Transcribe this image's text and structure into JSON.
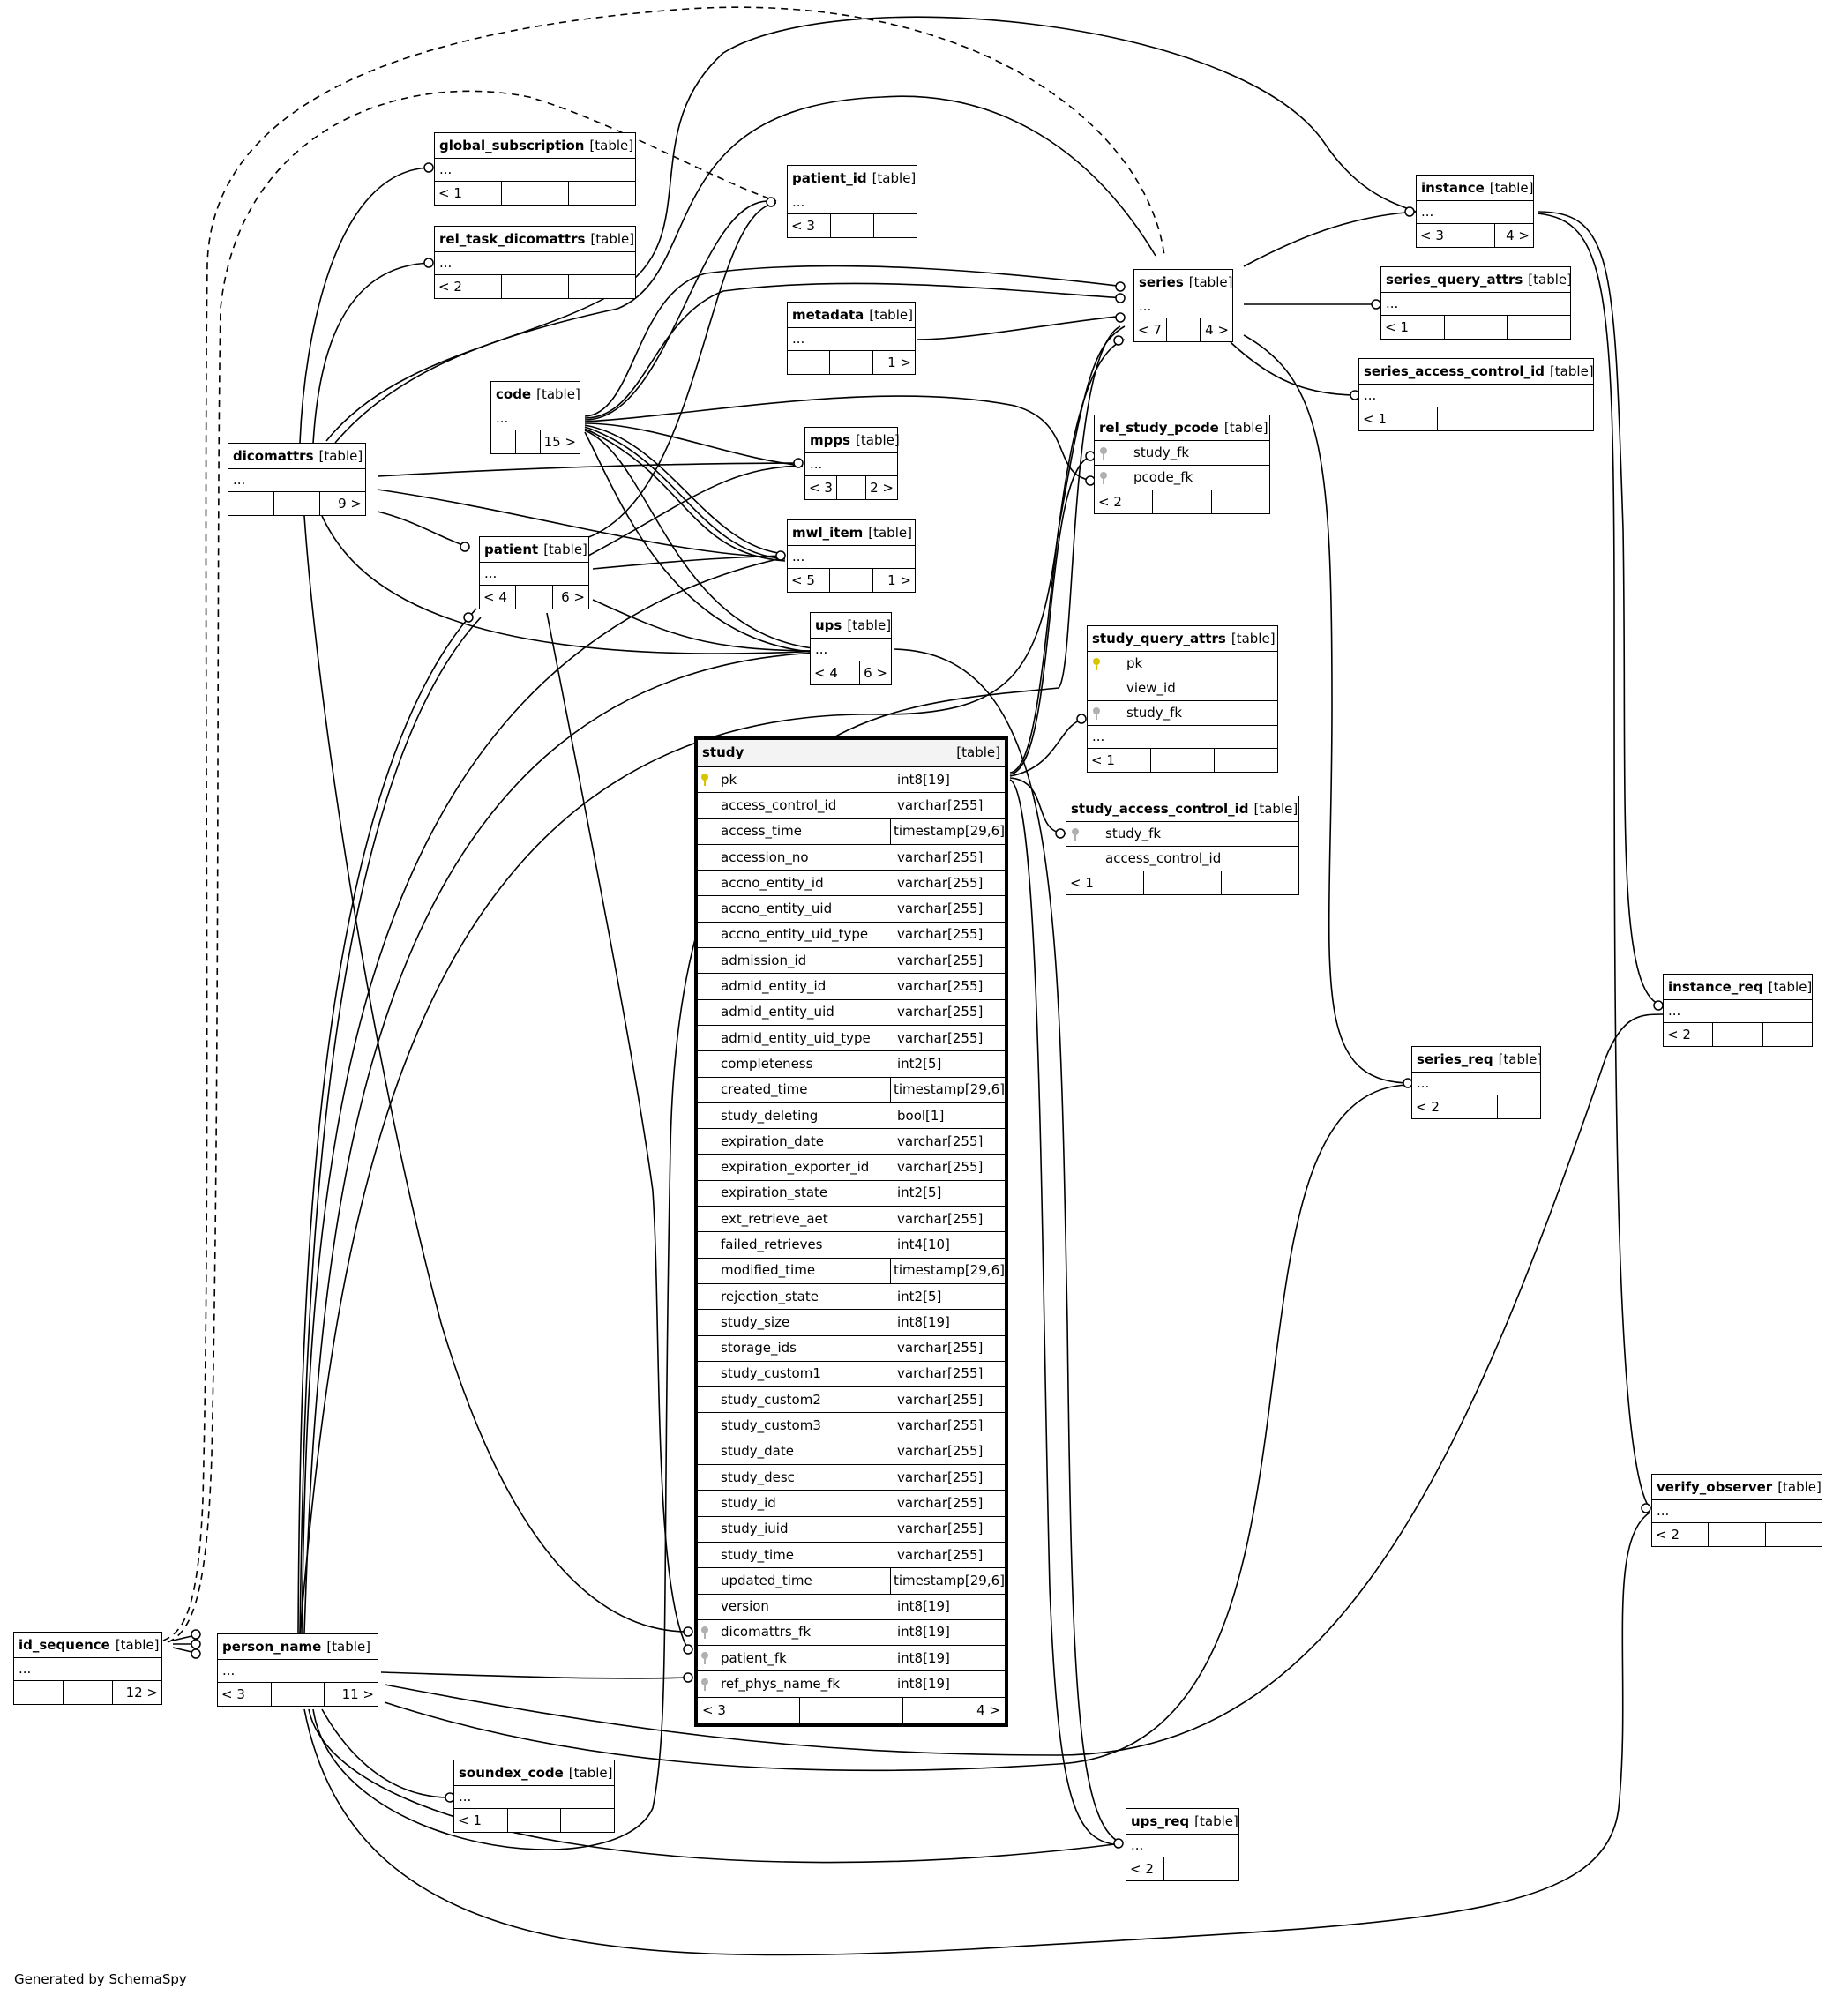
{
  "footer": "Generated by SchemaSpy",
  "colors": {
    "line": "#000000",
    "main_header": "#f3f3f3",
    "pk_key": "#d8c400",
    "fk_key": "#b0b0b0"
  },
  "tables": {
    "global_subscription": {
      "name": "global_subscription",
      "tag": "[table]",
      "ellipsis": "...",
      "left": "< 1",
      "right": ""
    },
    "rel_task_dicomattrs": {
      "name": "rel_task_dicomattrs",
      "tag": "[table]",
      "ellipsis": "...",
      "left": "< 2",
      "right": ""
    },
    "patient_id": {
      "name": "patient_id",
      "tag": "[table]",
      "ellipsis": "...",
      "left": "< 3",
      "right": ""
    },
    "metadata": {
      "name": "metadata",
      "tag": "[table]",
      "ellipsis": "...",
      "left": "",
      "right": "1 >"
    },
    "code": {
      "name": "code",
      "tag": "[table]",
      "ellipsis": "...",
      "left": "",
      "right": "15 >"
    },
    "mpps": {
      "name": "mpps",
      "tag": "[table]",
      "ellipsis": "...",
      "left": "< 3",
      "right": "2 >"
    },
    "mwl_item": {
      "name": "mwl_item",
      "tag": "[table]",
      "ellipsis": "...",
      "left": "< 5",
      "right": "1 >"
    },
    "ups": {
      "name": "ups",
      "tag": "[table]",
      "ellipsis": "...",
      "left": "< 4",
      "right": "6 >"
    },
    "dicomattrs": {
      "name": "dicomattrs",
      "tag": "[table]",
      "ellipsis": "...",
      "left": "",
      "right": "9 >"
    },
    "patient": {
      "name": "patient",
      "tag": "[table]",
      "ellipsis": "...",
      "left": "< 4",
      "right": "6 >"
    },
    "instance": {
      "name": "instance",
      "tag": "[table]",
      "ellipsis": "...",
      "left": "< 3",
      "right": "4 >"
    },
    "series_query_attrs": {
      "name": "series_query_attrs",
      "tag": "[table]",
      "ellipsis": "...",
      "left": "< 1",
      "right": ""
    },
    "series": {
      "name": "series",
      "tag": "[table]",
      "ellipsis": "...",
      "left": "< 7",
      "right": "4 >"
    },
    "series_access_control_id": {
      "name": "series_access_control_id",
      "tag": "[table]",
      "ellipsis": "...",
      "left": "< 1",
      "right": ""
    },
    "rel_study_pcode": {
      "name": "rel_study_pcode",
      "tag": "[table]",
      "columns": [
        "study_fk",
        "pcode_fk"
      ],
      "left": "< 2",
      "right": ""
    },
    "study_query_attrs": {
      "name": "study_query_attrs",
      "tag": "[table]",
      "columns": [
        "pk",
        "view_id",
        "study_fk"
      ],
      "ellipsis": "...",
      "left": "< 1",
      "right": ""
    },
    "study_access_control_id": {
      "name": "study_access_control_id",
      "tag": "[table]",
      "columns": [
        "study_fk",
        "access_control_id"
      ],
      "left": "< 1",
      "right": ""
    },
    "instance_req": {
      "name": "instance_req",
      "tag": "[table]",
      "ellipsis": "...",
      "left": "< 2",
      "right": ""
    },
    "series_req": {
      "name": "series_req",
      "tag": "[table]",
      "ellipsis": "...",
      "left": "< 2",
      "right": ""
    },
    "verify_observer": {
      "name": "verify_observer",
      "tag": "[table]",
      "ellipsis": "...",
      "left": "< 2",
      "right": ""
    },
    "ups_req": {
      "name": "ups_req",
      "tag": "[table]",
      "ellipsis": "...",
      "left": "< 2",
      "right": ""
    },
    "soundex_code": {
      "name": "soundex_code",
      "tag": "[table]",
      "ellipsis": "...",
      "left": "< 1",
      "right": ""
    },
    "id_sequence": {
      "name": "id_sequence",
      "tag": "[table]",
      "ellipsis": "...",
      "left": "",
      "right": "12 >"
    },
    "person_name": {
      "name": "person_name",
      "tag": "[table]",
      "ellipsis": "...",
      "left": "< 3",
      "right": "11 >"
    }
  },
  "study": {
    "name": "study",
    "tag": "[table]",
    "left": "< 3",
    "right": "4 >",
    "columns": [
      {
        "name": "pk",
        "type": "int8[19]",
        "key": "pk"
      },
      {
        "name": "access_control_id",
        "type": "varchar[255]",
        "key": ""
      },
      {
        "name": "access_time",
        "type": "timestamp[29,6]",
        "key": ""
      },
      {
        "name": "accession_no",
        "type": "varchar[255]",
        "key": ""
      },
      {
        "name": "accno_entity_id",
        "type": "varchar[255]",
        "key": ""
      },
      {
        "name": "accno_entity_uid",
        "type": "varchar[255]",
        "key": ""
      },
      {
        "name": "accno_entity_uid_type",
        "type": "varchar[255]",
        "key": ""
      },
      {
        "name": "admission_id",
        "type": "varchar[255]",
        "key": ""
      },
      {
        "name": "admid_entity_id",
        "type": "varchar[255]",
        "key": ""
      },
      {
        "name": "admid_entity_uid",
        "type": "varchar[255]",
        "key": ""
      },
      {
        "name": "admid_entity_uid_type",
        "type": "varchar[255]",
        "key": ""
      },
      {
        "name": "completeness",
        "type": "int2[5]",
        "key": ""
      },
      {
        "name": "created_time",
        "type": "timestamp[29,6]",
        "key": ""
      },
      {
        "name": "study_deleting",
        "type": "bool[1]",
        "key": ""
      },
      {
        "name": "expiration_date",
        "type": "varchar[255]",
        "key": ""
      },
      {
        "name": "expiration_exporter_id",
        "type": "varchar[255]",
        "key": ""
      },
      {
        "name": "expiration_state",
        "type": "int2[5]",
        "key": ""
      },
      {
        "name": "ext_retrieve_aet",
        "type": "varchar[255]",
        "key": ""
      },
      {
        "name": "failed_retrieves",
        "type": "int4[10]",
        "key": ""
      },
      {
        "name": "modified_time",
        "type": "timestamp[29,6]",
        "key": ""
      },
      {
        "name": "rejection_state",
        "type": "int2[5]",
        "key": ""
      },
      {
        "name": "study_size",
        "type": "int8[19]",
        "key": ""
      },
      {
        "name": "storage_ids",
        "type": "varchar[255]",
        "key": ""
      },
      {
        "name": "study_custom1",
        "type": "varchar[255]",
        "key": ""
      },
      {
        "name": "study_custom2",
        "type": "varchar[255]",
        "key": ""
      },
      {
        "name": "study_custom3",
        "type": "varchar[255]",
        "key": ""
      },
      {
        "name": "study_date",
        "type": "varchar[255]",
        "key": ""
      },
      {
        "name": "study_desc",
        "type": "varchar[255]",
        "key": ""
      },
      {
        "name": "study_id",
        "type": "varchar[255]",
        "key": ""
      },
      {
        "name": "study_iuid",
        "type": "varchar[255]",
        "key": ""
      },
      {
        "name": "study_time",
        "type": "varchar[255]",
        "key": ""
      },
      {
        "name": "updated_time",
        "type": "timestamp[29,6]",
        "key": ""
      },
      {
        "name": "version",
        "type": "int8[19]",
        "key": ""
      },
      {
        "name": "dicomattrs_fk",
        "type": "int8[19]",
        "key": "fk"
      },
      {
        "name": "patient_fk",
        "type": "int8[19]",
        "key": "fk"
      },
      {
        "name": "ref_phys_name_fk",
        "type": "int8[19]",
        "key": "fk"
      }
    ]
  }
}
